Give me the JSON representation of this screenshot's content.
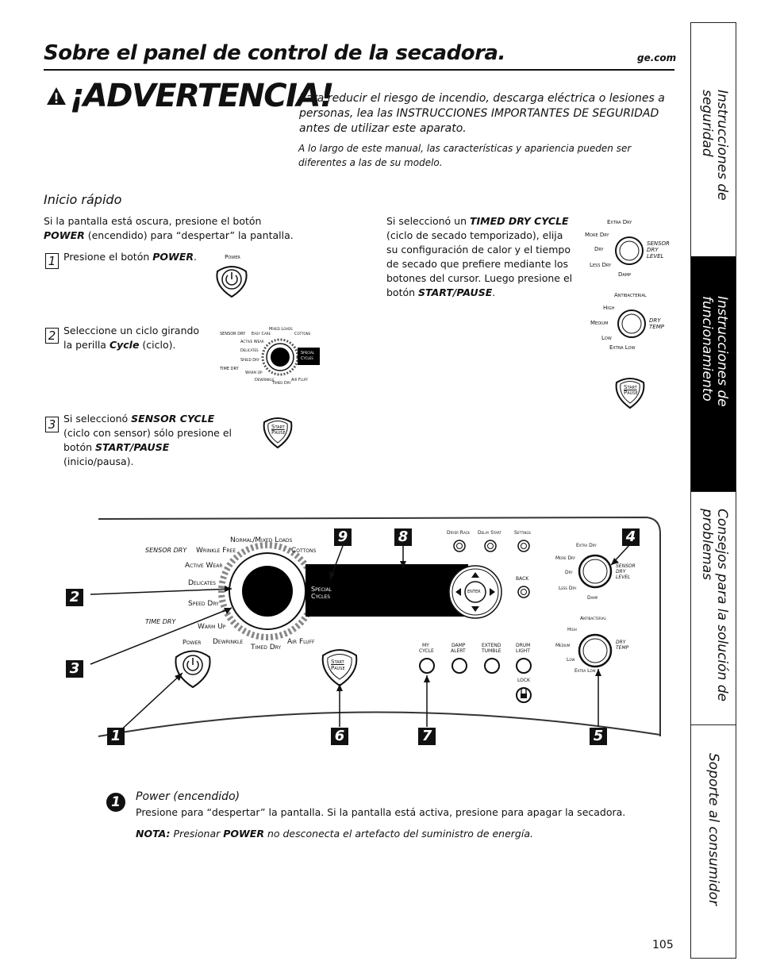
{
  "header": {
    "title": "Sobre el panel de control de la secadora.",
    "site": "ge.com"
  },
  "warning": {
    "heading": "¡ADVERTENCIA!",
    "text": "Para reducir el riesgo de incendio, descarga eléctrica o lesiones a personas, lea las INSTRUCCIONES IMPORTANTES DE SEGURIDAD antes de utilizar este aparato.",
    "note": "A lo largo de este manual, las características y apariencia pueden ser diferentes a las de su modelo."
  },
  "quick_start": {
    "heading": "Inicio rápido",
    "intro_pre": "Si la pantalla está oscura, presione el botón ",
    "intro_bold": "POWER",
    "intro_post": " (encendido) para “despertar” la pantalla.",
    "step1_num": "1",
    "step1_pre": "Presione el botón ",
    "step1_bold": "POWER",
    "step1_post": ".",
    "step2_num": "2",
    "step2_pre": "Seleccione un ciclo girando la perilla ",
    "step2_bold": "Cycle",
    "step2_post": " (ciclo).",
    "step3_num": "3",
    "step3_pre": "Si seleccionó ",
    "step3_bold": "SENSOR CYCLE",
    "step3_mid": " (ciclo con sensor) sólo presione el botón ",
    "step3_bold2": "START/PAUSE",
    "step3_post": " (inicio/pausa).",
    "timed_pre": "Si seleccionó un ",
    "timed_bold": "TIMED DRY CYCLE",
    "timed_mid": " (ciclo de secado temporizado), elija su configuración de calor y el tiempo de secado que prefiere mediante los botones del cursor.  Luego presione el botón ",
    "timed_bold2": "START/PAUSE",
    "timed_post": "."
  },
  "panel": {
    "power": "Power",
    "start": "Start",
    "pause": "Pause",
    "sensor_dry": "SENSOR DRY",
    "time_dry": "TIME DRY",
    "normal_mixed": "Normal/Mixed Loads",
    "wrinkle_free": "Wrinkle Free",
    "cottons": "Cottons",
    "active_wear": "Active Wear",
    "delicates": "Delicates",
    "speed_dry": "Speed Dry",
    "warm_up": "Warm Up",
    "dewrinkle": "Dewrinkle",
    "timed_dry": "Timed Dry",
    "air_fluff": "Air Fluff",
    "special": "Special",
    "cycles": "Cycles",
    "easy_care": "Easy Care",
    "mixed_loads": "Mixed Loads",
    "dryer_rack": "Dryer Rack",
    "delay_start": "Delay Start",
    "settings": "Settings",
    "back": "BACK",
    "enter": "ENTER",
    "my_cycle_1": "MY",
    "my_cycle_2": "CYCLE",
    "damp_alert_1": "DAMP",
    "damp_alert_2": "ALERT",
    "extend_1": "EXTEND",
    "extend_2": "TUMBLE",
    "drum_1": "DRUM",
    "drum_2": "LIGHT",
    "lock": "LOCK",
    "extra_dry": "Extra Dry",
    "more_dry": "More Dry",
    "dry": "Dry",
    "less_dry": "Less Dry",
    "damp": "Damp",
    "sensor_dry_level_1": "SENSOR",
    "sensor_dry_level_2": "DRY",
    "sensor_dry_level_3": "LEVEL",
    "antibacterial": "Antibacterial",
    "high": "High",
    "medium": "Medium",
    "low": "Low",
    "extra_low": "Extra Low",
    "dry_temp_1": "DRY",
    "dry_temp_2": "TEMP",
    "callouts": [
      "1",
      "2",
      "3",
      "4",
      "5",
      "6",
      "7",
      "8",
      "9"
    ]
  },
  "power_section": {
    "number": "1",
    "heading": "Power (encendido)",
    "text": "Presione para “despertar” la pantalla.  Si la pantalla está activa, presione para apagar la secadora.",
    "note_label": "NOTA:",
    "note_pre": " Presionar ",
    "note_bold": "POWER",
    "note_post": " no desconecta el artefacto del suministro de energía."
  },
  "sidebar": {
    "tabs": [
      "Instrucciones de seguridad",
      "Instrucciones de funcionamiento",
      "Consejos para la solución de problemas",
      "Soporte al consumidor"
    ]
  },
  "page_number": "105"
}
